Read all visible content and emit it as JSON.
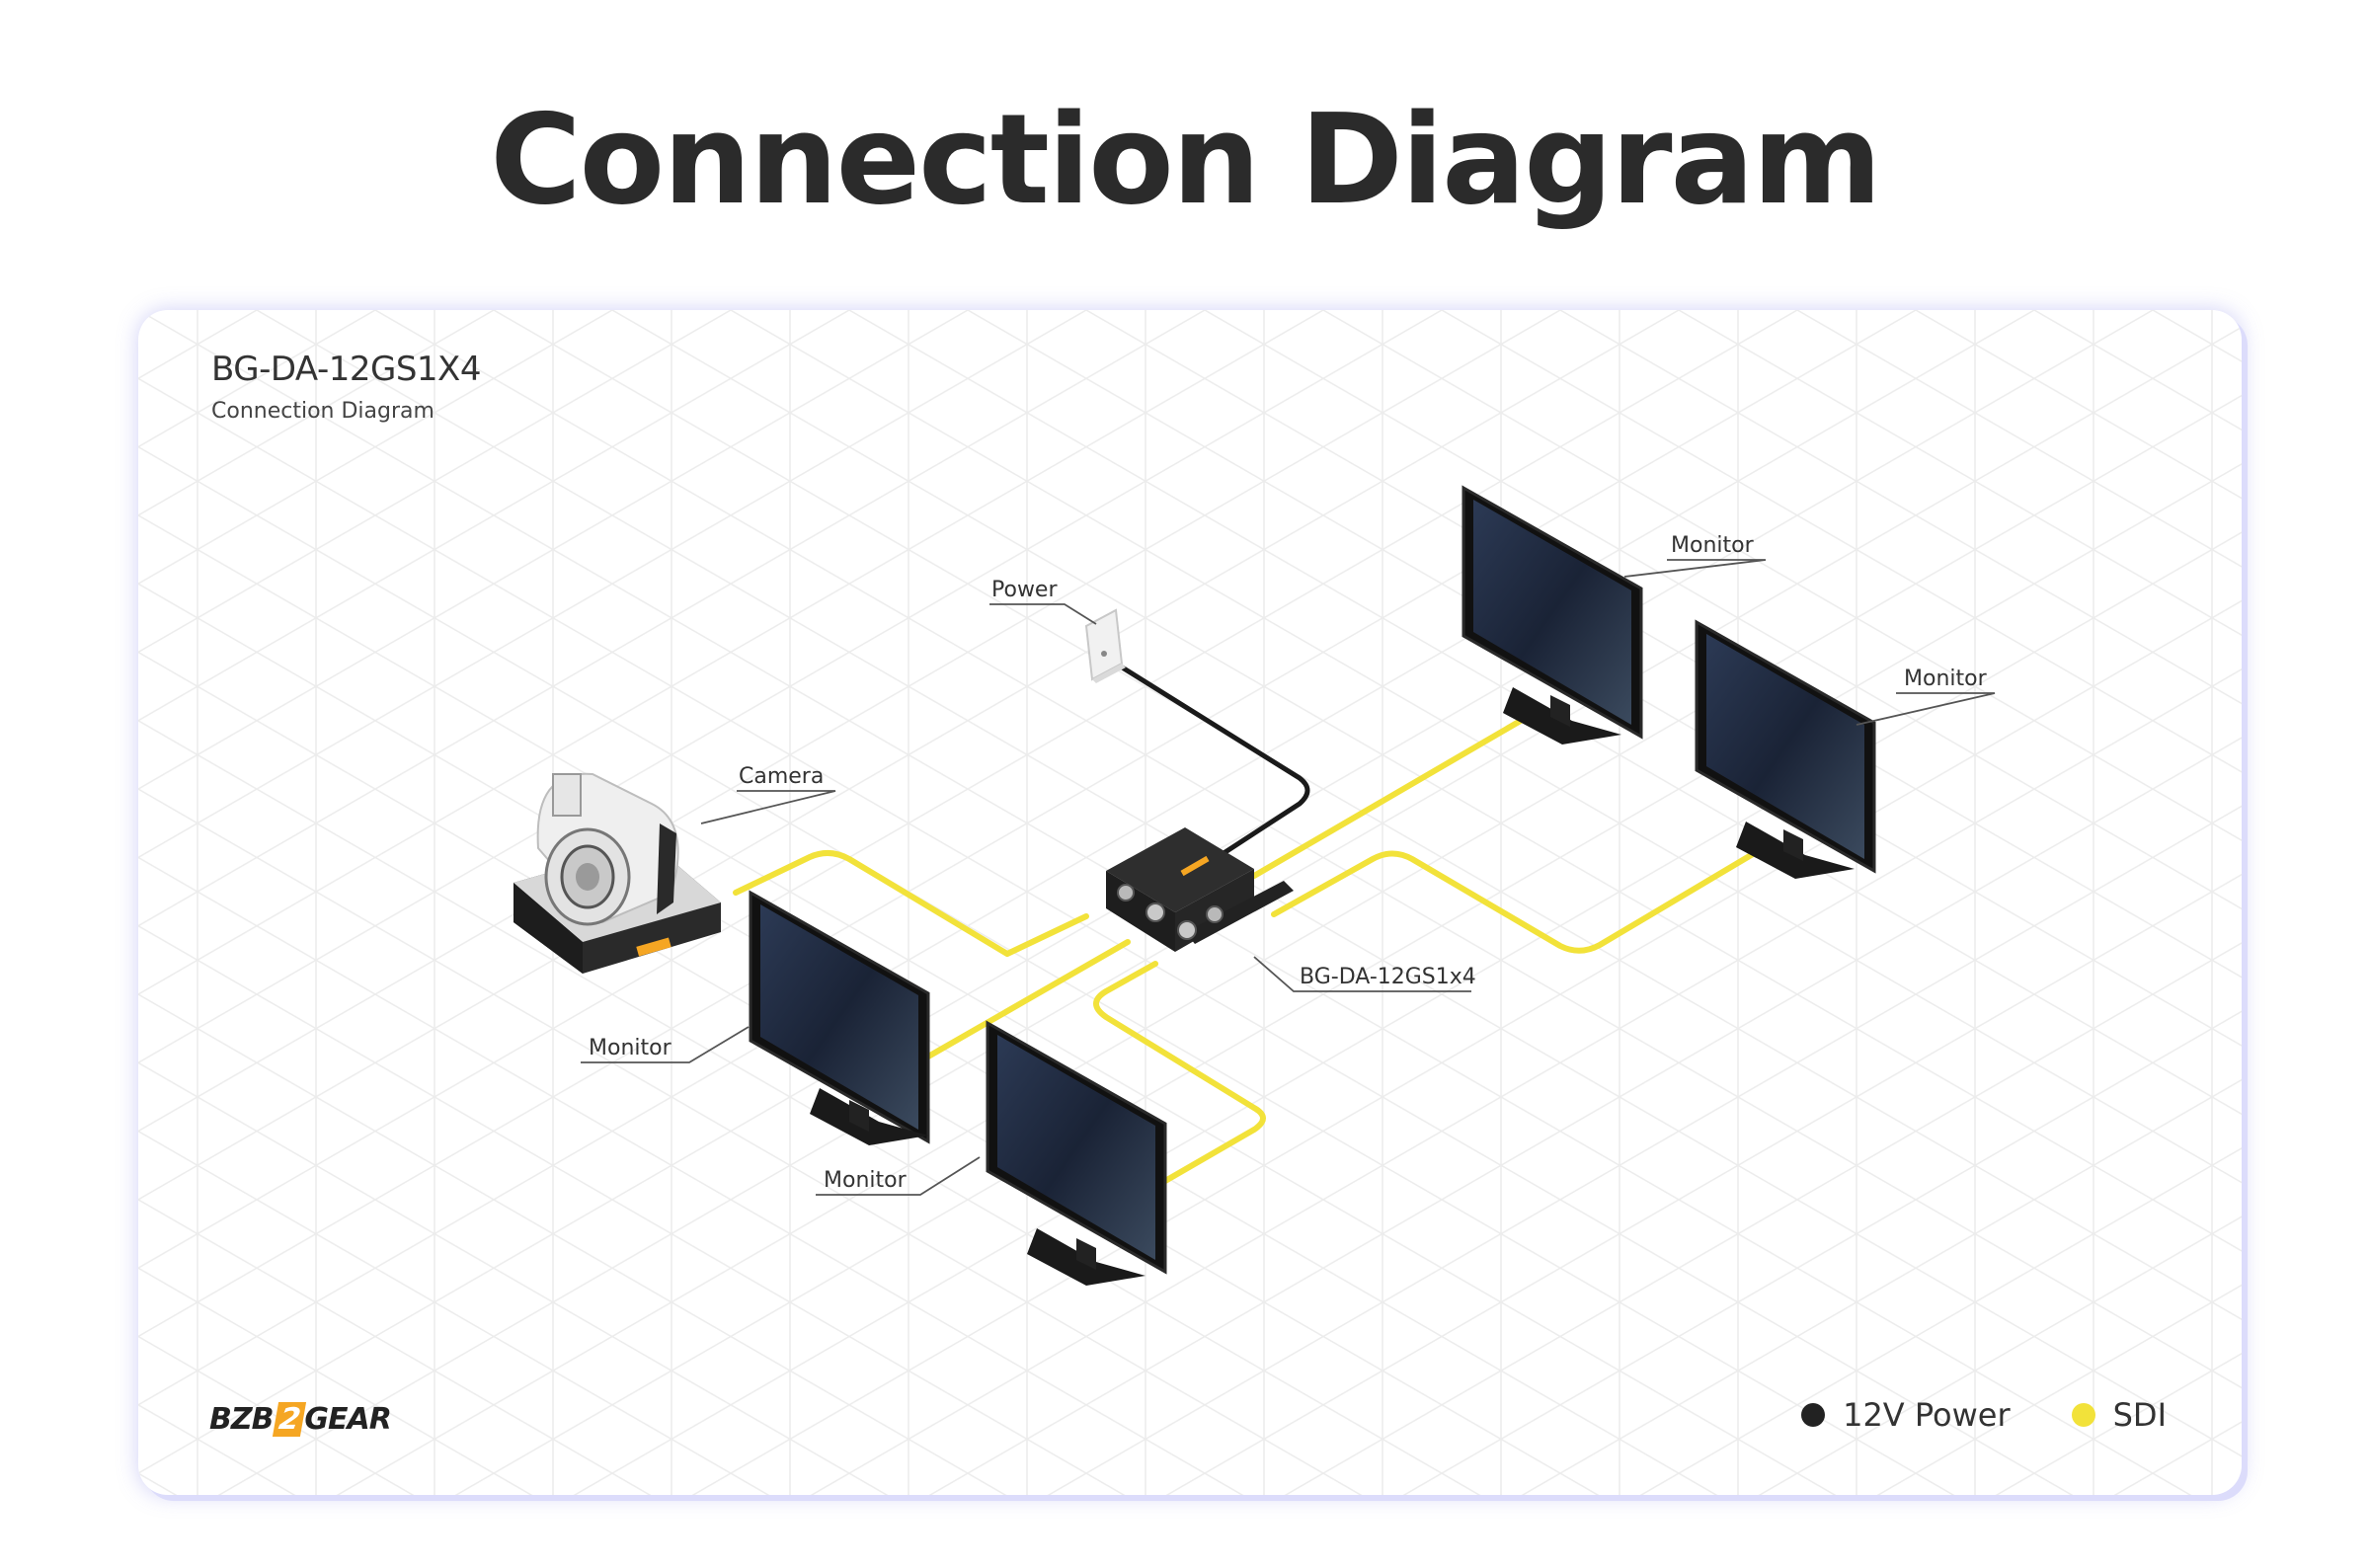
{
  "page": {
    "title": "Connection Diagram"
  },
  "diagram": {
    "model": "BG-DA-12GS1X4",
    "subtitle": "Connection Diagram",
    "labels": {
      "power": "Power",
      "camera": "Camera",
      "monitor_1": "Monitor",
      "monitor_2": "Monitor",
      "monitor_3": "Monitor",
      "monitor_4": "Monitor",
      "device": "BG-DA-12GS1x4"
    }
  },
  "brand": {
    "part1": "BZB",
    "part2": "2",
    "part3": "GEAR"
  },
  "legend": [
    {
      "label": "12V Power",
      "color": "#222222"
    },
    {
      "label": "SDI",
      "color": "#f2e23a"
    }
  ],
  "colors": {
    "sdi": "#f2e23a",
    "power_cable": "#1a1a1a",
    "grid": "#e6e6e6"
  }
}
